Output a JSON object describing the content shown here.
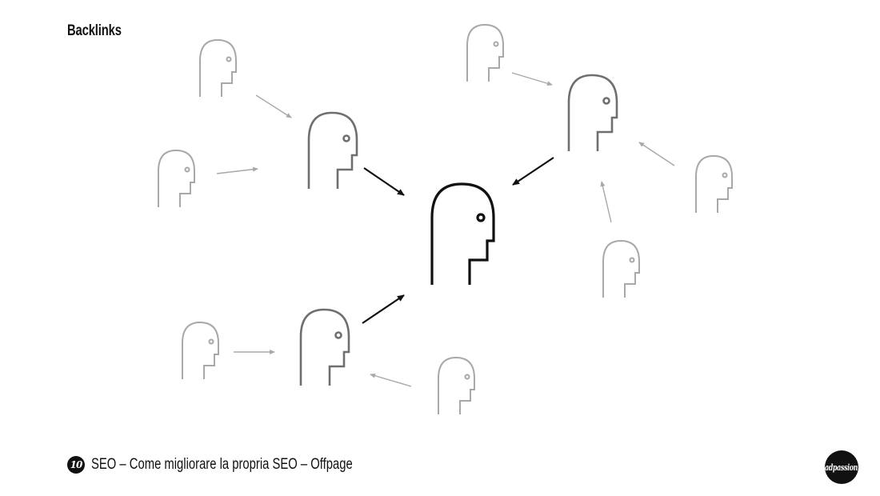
{
  "title": "Backlinks",
  "footer": {
    "page_number": "10",
    "text": "SEO – Come migliorare la propria SEO – Offpage"
  },
  "logo": {
    "text": "adpassion"
  },
  "colors": {
    "primary": "#111111",
    "hub": "#6f6f6f",
    "satellite": "#a8a8a8"
  },
  "icons": {
    "node": "person-head-icon",
    "edge": "arrow-icon"
  }
}
